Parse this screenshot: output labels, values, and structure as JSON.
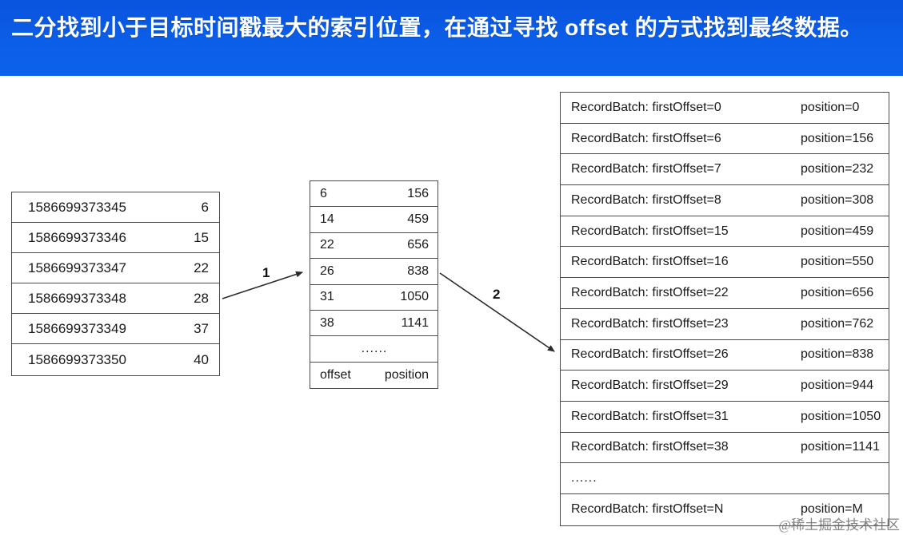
{
  "banner": {
    "text": "二分找到小于目标时间戳最大的索引位置，在通过寻找 offset 的方式找到最终数据。",
    "bg_color": "#0b5ee8",
    "text_color": "#ffffff"
  },
  "tables": {
    "timestamp_index": {
      "rows": [
        {
          "ts": "1586699373345",
          "val": "6"
        },
        {
          "ts": "1586699373346",
          "val": "15"
        },
        {
          "ts": "1586699373347",
          "val": "22"
        },
        {
          "ts": "1586699373348",
          "val": "28"
        },
        {
          "ts": "1586699373349",
          "val": "37"
        },
        {
          "ts": "1586699373350",
          "val": "40"
        }
      ]
    },
    "offset_index": {
      "rows": [
        {
          "off": "6",
          "pos": "156"
        },
        {
          "off": "14",
          "pos": "459"
        },
        {
          "off": "22",
          "pos": "656"
        },
        {
          "off": "26",
          "pos": "838"
        },
        {
          "off": "31",
          "pos": "1050"
        },
        {
          "off": "38",
          "pos": "1141"
        }
      ],
      "ellipsis": "......",
      "footer": {
        "off": "offset",
        "pos": "position"
      }
    },
    "record_batch": {
      "rows": [
        {
          "label": "RecordBatch: firstOffset=0",
          "pos": "position=0"
        },
        {
          "label": "RecordBatch: firstOffset=6",
          "pos": "position=156"
        },
        {
          "label": "RecordBatch: firstOffset=7",
          "pos": "position=232"
        },
        {
          "label": "RecordBatch: firstOffset=8",
          "pos": "position=308"
        },
        {
          "label": "RecordBatch: firstOffset=15",
          "pos": "position=459"
        },
        {
          "label": "RecordBatch: firstOffset=16",
          "pos": "position=550"
        },
        {
          "label": "RecordBatch: firstOffset=22",
          "pos": "position=656"
        },
        {
          "label": "RecordBatch: firstOffset=23",
          "pos": "position=762"
        },
        {
          "label": "RecordBatch: firstOffset=26",
          "pos": "position=838"
        },
        {
          "label": "RecordBatch: firstOffset=29",
          "pos": "position=944"
        },
        {
          "label": "RecordBatch: firstOffset=31",
          "pos": "position=1050"
        },
        {
          "label": "RecordBatch: firstOffset=38",
          "pos": "position=1141"
        }
      ],
      "ellipsis": "......",
      "final": {
        "label": "RecordBatch: firstOffset=N",
        "pos": "position=M"
      }
    }
  },
  "arrows": {
    "step1_label": "1",
    "step2_label": "2",
    "stroke_color": "#2b2b2b"
  },
  "watermark": "@稀土掘金技术社区"
}
